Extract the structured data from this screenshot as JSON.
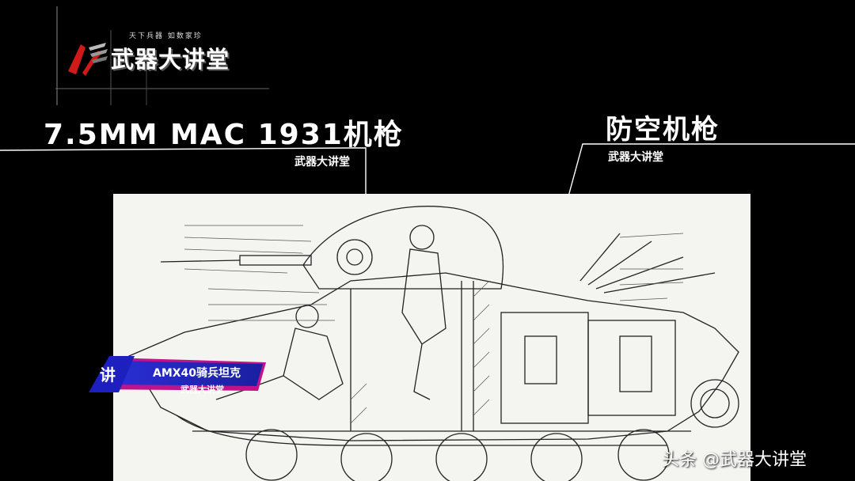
{
  "logo": {
    "tagline": "天下兵器  如数家珍",
    "title": "武器大讲堂"
  },
  "callout_left": {
    "title": "7.5MM MAC 1931机枪",
    "subtitle": "武器大讲堂"
  },
  "callout_right": {
    "title": "防空机枪",
    "subtitle": "武器大讲堂"
  },
  "badge": {
    "title": "AMX40骑兵坦克",
    "subtitle": "武器大讲堂"
  },
  "watermark": "头条 @武器大讲堂",
  "colors": {
    "background": "#000000",
    "badge_blue": "#2a2fd6",
    "badge_magenta": "#c0128a",
    "logo_red": "#d01a1a"
  }
}
